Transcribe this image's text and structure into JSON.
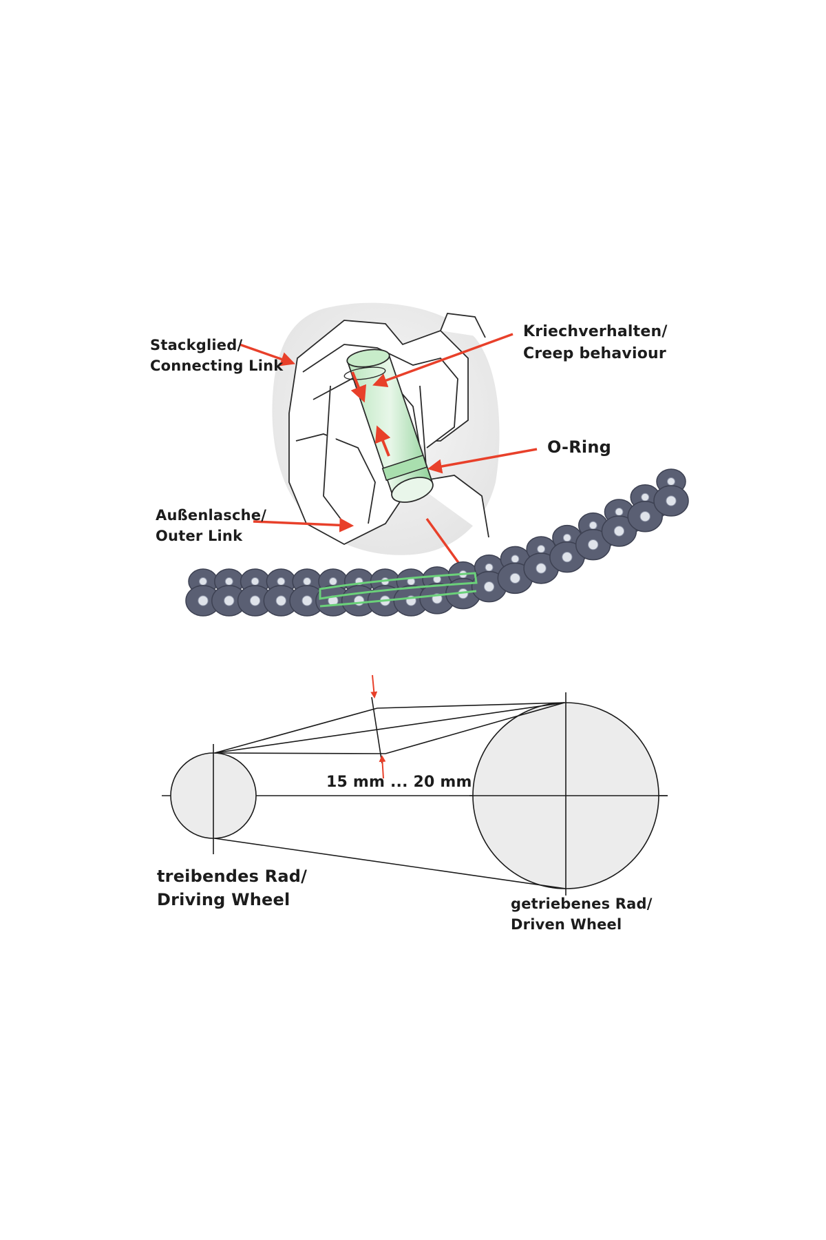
{
  "labels": {
    "connecting_link": {
      "line1": "Stackglied/",
      "line2": "Connecting Link"
    },
    "creep_behaviour": {
      "line1": "Kriechverhalten/",
      "line2": "Creep behaviour"
    },
    "o_ring": "O-Ring",
    "outer_link": {
      "line1": "Außenlasche/",
      "line2": "Outer Link"
    },
    "sag": "15 mm ... 20 mm",
    "driving_wheel": {
      "line1": "treibendes Rad/",
      "line2": "Driving Wheel"
    },
    "driven_wheel": {
      "line1": "getriebenes Rad/",
      "line2": "Driven Wheel"
    }
  },
  "colors": {
    "arrow": "#e8402a",
    "line": "#1a1a1a",
    "wheel_fill": "#ececec",
    "chain_plate": "#5a5f73",
    "chain_pin": "#dfe3ea",
    "pin_green": "#9fd9a7",
    "bubble": "#efefef"
  }
}
